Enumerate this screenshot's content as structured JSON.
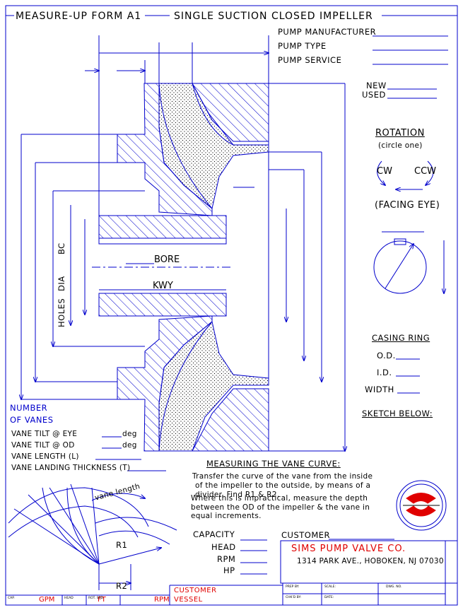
{
  "header": {
    "left": "MEASURE-UP FORM A1",
    "right": "SINGLE SUCTION CLOSED IMPELLER"
  },
  "pump_info": {
    "manufacturer": "PUMP MANUFACTURER",
    "type": "PUMP TYPE",
    "service": "PUMP SERVICE"
  },
  "condition": {
    "new": "NEW",
    "used": "USED"
  },
  "rotation": {
    "title": "ROTATION",
    "hint": "(circle one)",
    "cw": "CW",
    "ccw": "CCW",
    "facing": "(FACING EYE)"
  },
  "drawing_labels": {
    "bore": "BORE",
    "kwy": "KWY",
    "holes": "HOLES",
    "dia": "DIA",
    "bc": "BC"
  },
  "casing_ring": {
    "title": "CASING RING",
    "od": "O.D.",
    "id": "I.D.",
    "width": "WIDTH",
    "sketch": "SKETCH BELOW:"
  },
  "vanes": {
    "number_line1": "NUMBER",
    "number_line2": "OF VANES",
    "tilt_eye": "VANE TILT @ EYE",
    "tilt_od": "VANE TILT @ OD",
    "deg": "deg",
    "length": "VANE LENGTH (L)",
    "landing": "VANE LANDING THICKNESS (T)"
  },
  "curve": {
    "title": "MEASURING THE VANE CURVE:",
    "lines": [
      "Transfer the curve of the vane from the inside",
      "of the impeller to the outside, by means of a",
      "divider. Find R1 & R2.",
      "Where this is impractical, measure the depth",
      "between the OD of the impeller & the vane in",
      "equal increments."
    ],
    "vane_length": "vane length",
    "r1": "R1",
    "r2": "R2"
  },
  "perf": {
    "capacity": "CAPACITY",
    "head": "HEAD",
    "rpm": "RPM",
    "hp": "HP",
    "customer": "CUSTOMER"
  },
  "company": {
    "name": "SIMS PUMP VALVE CO.",
    "address": "1314 PARK AVE., HOBOKEN, NJ 07030"
  },
  "footer": {
    "cap": "CAP.",
    "gpm": "GPM",
    "head": "HEAD",
    "ft": "FT",
    "rot_spd": "ROT. SPD.",
    "rpm": "RPM",
    "customer": "CUSTOMER",
    "vessel": "VESSEL",
    "prep_by": "PREP BY:",
    "chkd_by": "CHK'D BY:",
    "scale": "SCALE:",
    "date": "DATE:",
    "dwg_no": "DWG. NO."
  },
  "colors": {
    "ink": "#0000cc",
    "accent": "#e00000",
    "text": "#000000"
  }
}
